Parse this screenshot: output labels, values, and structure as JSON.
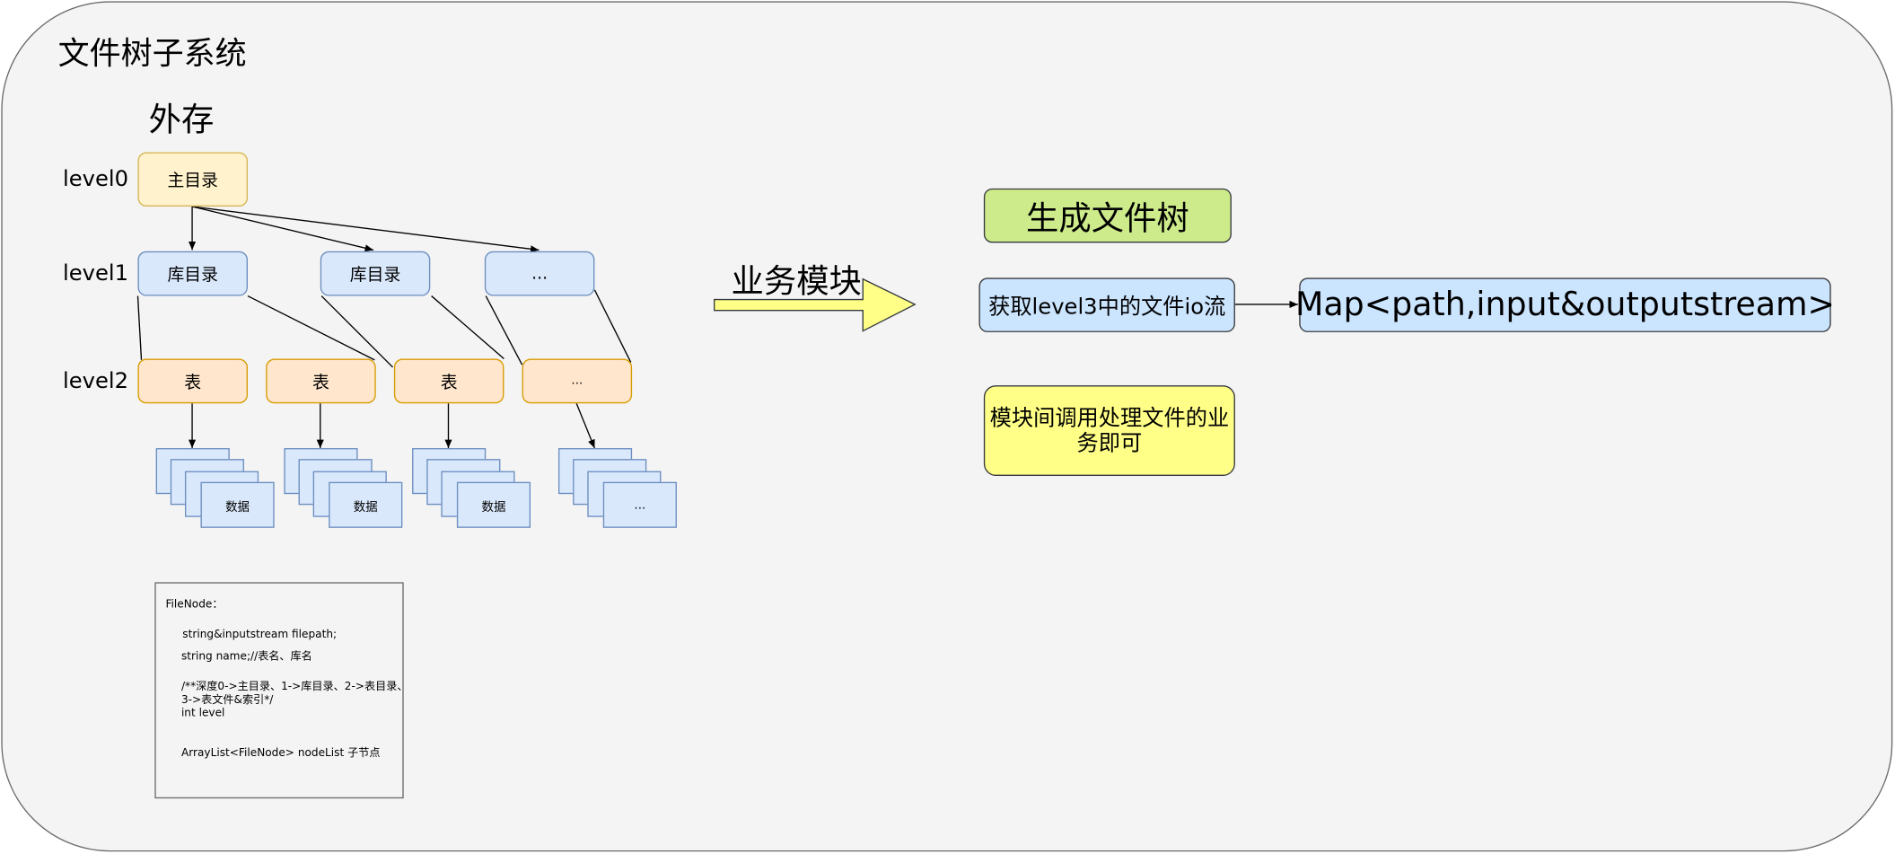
{
  "title": "文件树子系统",
  "subtitle": "外存",
  "levels": [
    "level0",
    "level1",
    "level2"
  ],
  "root": "主目录",
  "level1_nodes": [
    "库目录",
    "库目录",
    "..."
  ],
  "level2_nodes": [
    "表",
    "表",
    "表",
    "..."
  ],
  "data_labels": [
    "数据",
    "数据",
    "数据",
    "..."
  ],
  "note": {
    "l1": "FileNode：",
    "l2": "string&inputstream  filepath;",
    "l3": "string name;//表名、库名",
    "l4": "/**深度0->主目录、1->库目录、2->表目录、",
    "l5": "3->表文件&索引*/",
    "l6": "int level",
    "l7": "ArrayList<FileNode> nodeList  子节点"
  },
  "arrow_label": "业务模块",
  "right": {
    "generate": "生成文件树",
    "get_io": "获取level3中的文件io流",
    "map": "Map<path,input&outputstream>",
    "call": "模块间调用处理文件的业务即可"
  },
  "colors": {
    "container_bg": "#f4f4f4",
    "yellow": "#fff2cc",
    "blue": "#dae8fc",
    "orange": "#ffe6cc",
    "green": "#cdeb8b",
    "big_arrow": "#ffff88"
  }
}
